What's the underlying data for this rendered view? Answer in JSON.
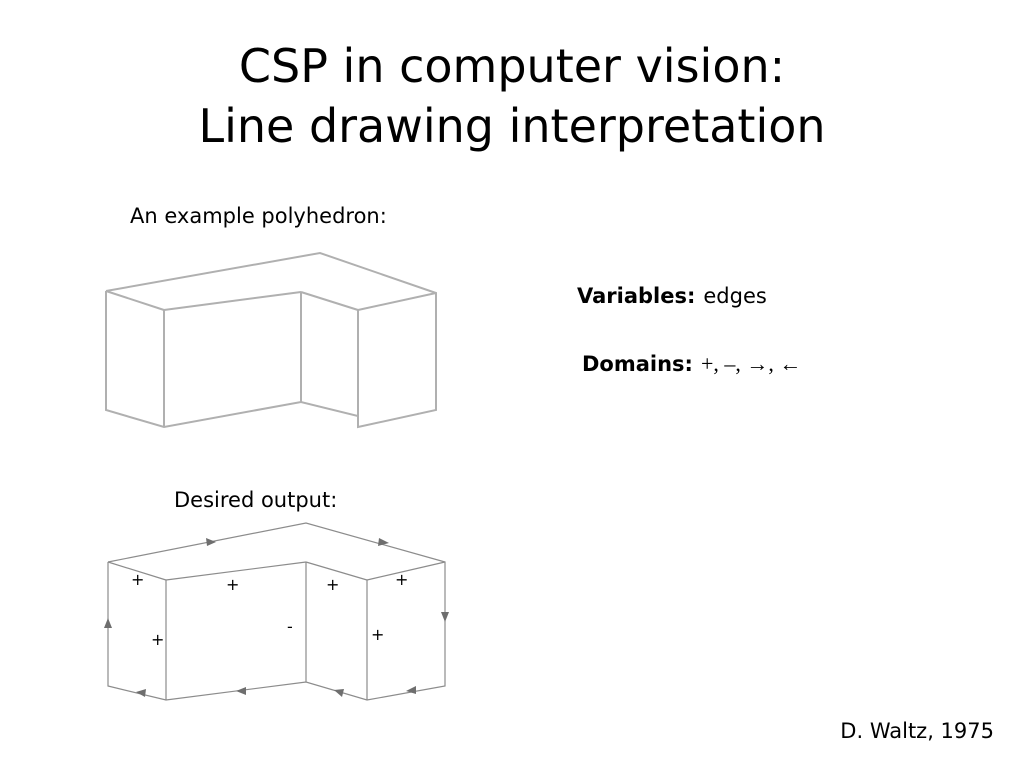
{
  "slide": {
    "title_line1": "CSP in computer vision:",
    "title_line2": "Line drawing interpretation",
    "example_caption": "An example polyhedron:",
    "output_caption": "Desired output:",
    "variables_label": "Variables:",
    "variables_value": "edges",
    "domains_label": "Domains:",
    "domains_value": "+, –, →, ←",
    "credit": "D. Waltz, 1975"
  },
  "labeled_drawing": {
    "labels": [
      "+",
      "+",
      "+",
      "+",
      "+",
      "-",
      "+"
    ]
  }
}
